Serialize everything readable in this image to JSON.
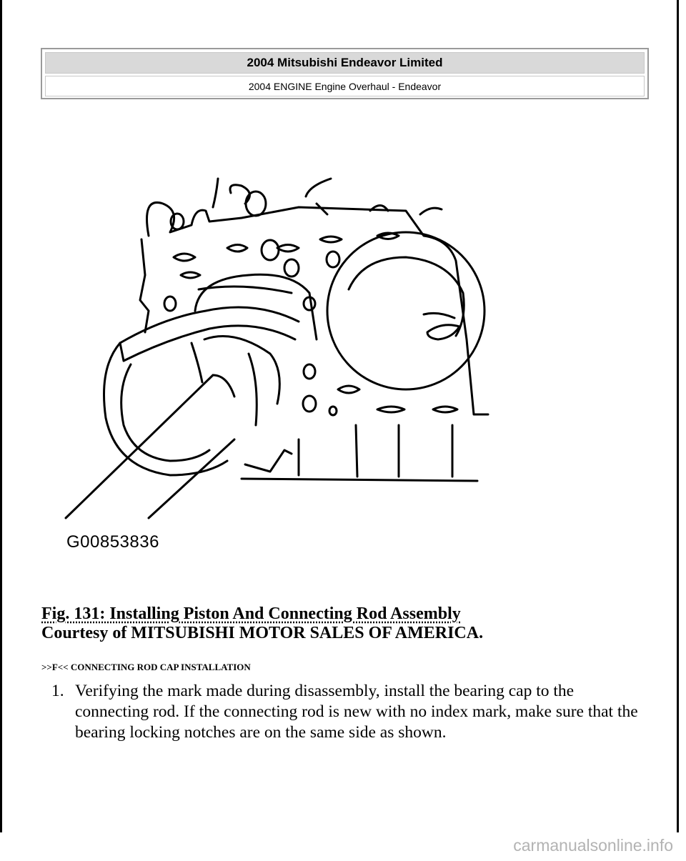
{
  "header": {
    "title": "2004 Mitsubishi Endeavor Limited",
    "subtitle": "2004 ENGINE Engine Overhaul - Endeavor"
  },
  "figure": {
    "code": "G00853836",
    "caption": "Fig. 131: Installing Piston And Connecting Rod Assembly",
    "credit": "Courtesy of MITSUBISHI MOTOR SALES OF AMERICA."
  },
  "section": {
    "heading": ">>F<< CONNECTING ROD CAP INSTALLATION"
  },
  "steps": [
    {
      "number": "1.",
      "text": "Verifying the mark made during disassembly, install the bearing cap to the connecting rod. If the connecting rod is new with no index mark, make sure that the bearing locking notches are on the same side as shown."
    }
  ],
  "watermark": "carmanualsonline.info"
}
